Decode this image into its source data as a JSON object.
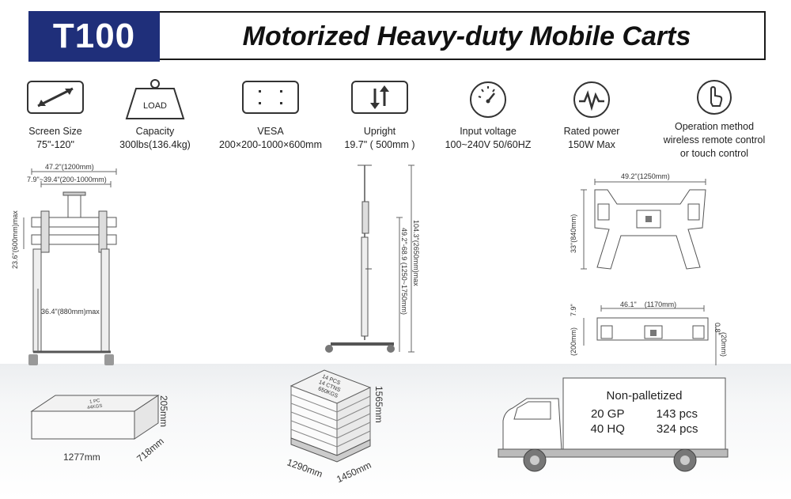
{
  "header": {
    "model": "T100",
    "title": "Motorized Heavy-duty Mobile Carts"
  },
  "specs": [
    {
      "icon": "diagonal-arrow-icon",
      "label": "Screen Size",
      "value": "75\"-120\""
    },
    {
      "icon": "load-weight-icon",
      "icon_text": "LOAD",
      "label": "Capacity",
      "value": "300lbs(136.4kg)"
    },
    {
      "icon": "vesa-pattern-icon",
      "label": "VESA",
      "value": "200×200-1000×600mm"
    },
    {
      "icon": "up-down-arrows-icon",
      "label": "Upright",
      "value": "19.7\" ( 500mm )"
    },
    {
      "icon": "gauge-icon",
      "label": "Input voltage",
      "value": "100~240V 50/60HZ"
    },
    {
      "icon": "power-wave-icon",
      "label": "Rated power",
      "value": "150W Max"
    },
    {
      "icon": "touch-hand-icon",
      "label": "Operation method",
      "value": "wireless remote control",
      "value2": "or touch control"
    }
  ],
  "front_view": {
    "width": "47.2\"(1200mm)",
    "vesa_width": "7.9\"~39.4\"(200-1000mm)",
    "vesa_height": "23.6\"(600mm)max",
    "lift": "36.4\"(880mm)max"
  },
  "side_view": {
    "total_height": "104.3\"(2650mm)max",
    "center_height": "49.2\"-68.9 (1250~1750mm)"
  },
  "top_view": {
    "width": "49.2\"(1250mm)",
    "depth": "33\"(840mm)"
  },
  "base_view": {
    "width": "46.1\"",
    "width_mm": "(1170mm)",
    "height": "7.9\"",
    "height_mm": "(200mm)",
    "clearance": "0.8\"",
    "clearance_mm": "(20mm)"
  },
  "single_carton": {
    "label_line1": "1 PC",
    "label_line2": "44KGS",
    "length": "1277mm",
    "width": "718mm",
    "height": "205mm"
  },
  "pallet": {
    "label_line1": "14 PCS",
    "label_line2": "14 CTNS",
    "label_line3": "650KGS",
    "length": "1290mm",
    "width": "1450mm",
    "height": "1565mm"
  },
  "shipping": {
    "title": "Non-palletized",
    "rows": [
      {
        "container": "20 GP",
        "qty": "143 pcs"
      },
      {
        "container": "40 HQ",
        "qty": "324 pcs"
      }
    ]
  },
  "colors": {
    "brand_navy": "#1f2f7a",
    "line": "#6a6a6a"
  }
}
